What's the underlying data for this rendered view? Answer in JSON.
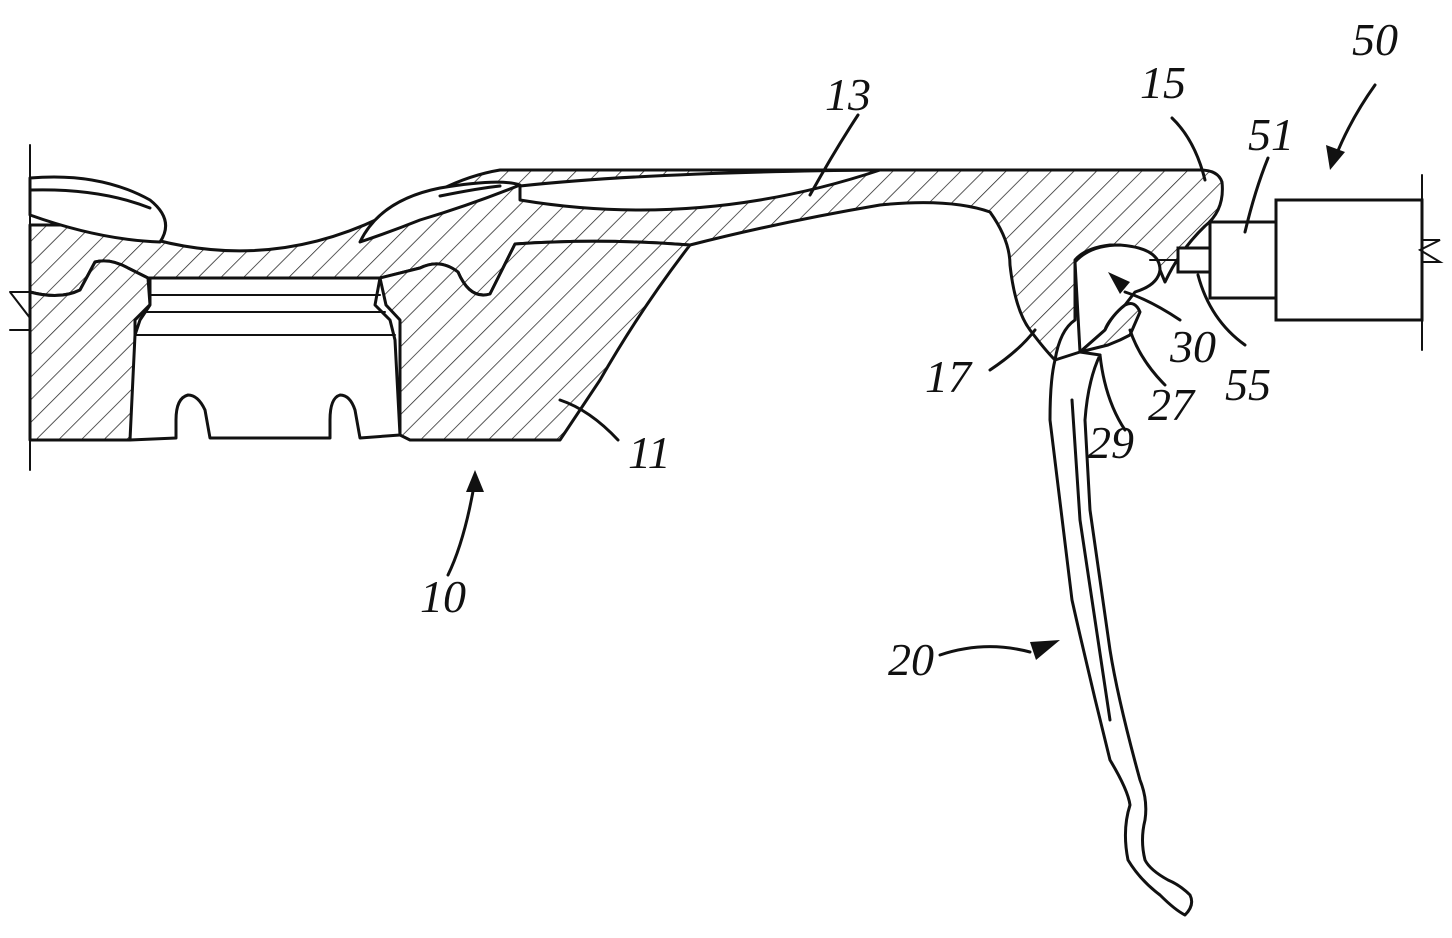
{
  "labels": {
    "l10": "10",
    "l11": "11",
    "l13": "13",
    "l15": "15",
    "l17": "17",
    "l20": "20",
    "l27": "27",
    "l29": "29",
    "l30": "30",
    "l50": "50",
    "l51": "51",
    "l55": "55"
  },
  "colors": {
    "stroke": "#111111",
    "background": "#ffffff"
  }
}
